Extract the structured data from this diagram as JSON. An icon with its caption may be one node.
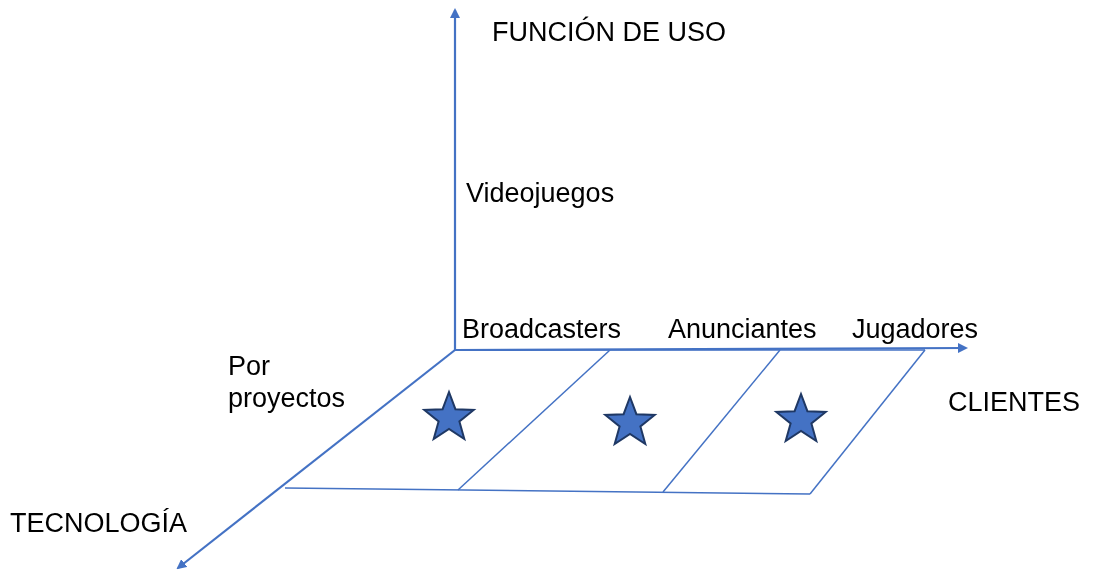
{
  "diagram": {
    "labels": [
      "FUNCIÓN DE USO",
      "Videojuegos",
      "Broadcasters",
      "Anunciantes",
      "Jugadores",
      "CLIENTES",
      "Por proyectos",
      "TECNOLOGÍA"
    ]
  }
}
